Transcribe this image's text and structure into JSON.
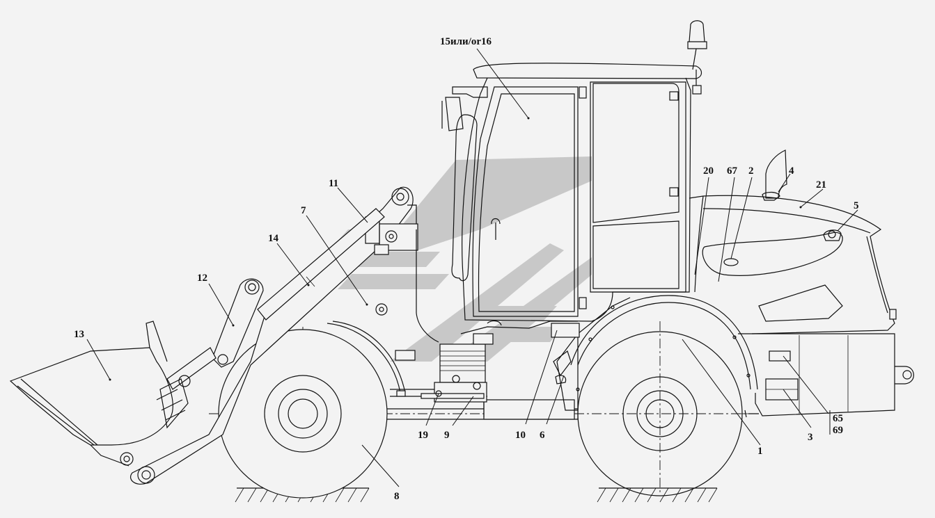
{
  "diagram": {
    "callouts": [
      "15или/or16",
      "20",
      "67",
      "2",
      "4",
      "21",
      "5",
      "11",
      "7",
      "14",
      "12",
      "13",
      "19",
      "9",
      "10",
      "6",
      "1",
      "3",
      "65",
      "69",
      "8"
    ]
  },
  "colors": {
    "line": "#111111",
    "background": "#f3f3f3",
    "watermark": "#c8c8c8"
  }
}
